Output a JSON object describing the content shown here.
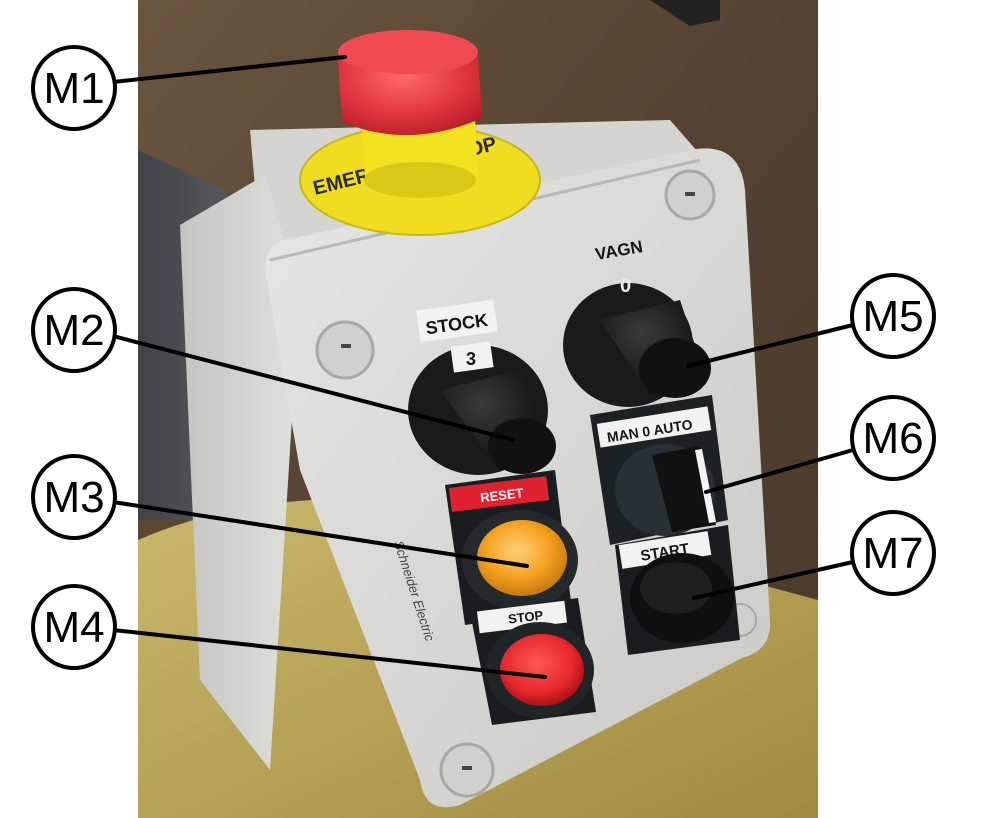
{
  "device": {
    "emergency_sticker_text": "EMERGENCY STOP",
    "labels": {
      "stock": "STOCK",
      "stock_position": "3",
      "vagn": "VAGN",
      "vagn_position": "0",
      "reset": "RESET",
      "mode": "MAN 0 AUTO",
      "start": "START",
      "stop": "STOP"
    },
    "brand_logo": "Schneider Electric"
  },
  "callouts": [
    {
      "id": "M1",
      "label": "M1",
      "target": "emergency-stop-button"
    },
    {
      "id": "M2",
      "label": "M2",
      "target": "stock-selector-knob"
    },
    {
      "id": "M3",
      "label": "M3",
      "target": "reset-indicator-button"
    },
    {
      "id": "M4",
      "label": "M4",
      "target": "red-stop-button"
    },
    {
      "id": "M5",
      "label": "M5",
      "target": "vagn-selector-knob"
    },
    {
      "id": "M6",
      "label": "M6",
      "target": "mode-selector-switch"
    },
    {
      "id": "M7",
      "label": "M7",
      "target": "black-start-button"
    }
  ],
  "colors": {
    "background": "#ffffff",
    "floor": "#5a4633",
    "table": "#b9a55a",
    "housing": "#dcdcd8",
    "emergency_red": "#e2363f",
    "emergency_yellow": "#f3e21f",
    "amber_lamp": "#f5a020",
    "stop_red": "#e6262b",
    "knob_black": "#151515"
  }
}
